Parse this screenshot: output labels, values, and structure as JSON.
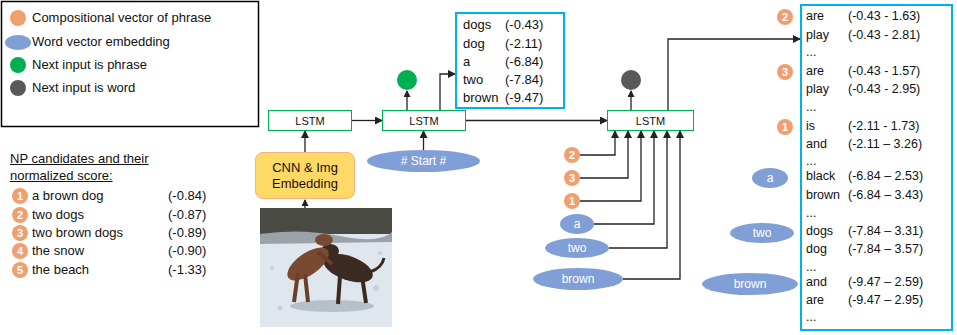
{
  "diagram": {
    "nodes": [
      {
        "text": [
          "CNN & Img Embedding"
        ]
      },
      {
        "text": [
          "LSTM"
        ]
      },
      {
        "text": [
          "LSTM"
        ]
      },
      {
        "text": [
          "# Start #"
        ]
      },
      {
        "text": [
          "dogs",
          "(-0.43)",
          "dog",
          "(-2.11)",
          "a",
          "(-6.84)",
          "two",
          "(-7.84)",
          "brown",
          "(-9.47)"
        ]
      },
      {
        "text": [
          "LSTM"
        ]
      },
      {
        "text": [
          "2"
        ]
      },
      {
        "text": [
          "3"
        ]
      },
      {
        "text": [
          "1"
        ]
      },
      {
        "text": [
          "a"
        ]
      },
      {
        "text": [
          "two"
        ]
      },
      {
        "text": [
          "brown"
        ]
      },
      {
        "text": [
          "are",
          "(-0.43 - 1.63)",
          "play",
          "(-0.43 - 2.81)",
          "...",
          "are",
          "(-0.43 - 1.57)",
          "play",
          "(-0.43 - 2.95)",
          "...",
          "is",
          "(-2.11 - 1.73)",
          "and",
          "(-2.11 – 3.26)",
          "...",
          "black",
          "(-6.84 – 2.53)",
          "brown",
          "(-6.84 – 3.43)",
          "...",
          "dogs",
          "(-7.84 – 3.31)",
          "dog",
          "(-7.84 – 3.57)",
          "...",
          "and",
          "(-9.47 – 2.59)",
          "are",
          "(-9.47 – 2.95)",
          "..."
        ]
      },
      {
        "text": [
          "2"
        ]
      },
      {
        "text": [
          "3"
        ]
      },
      {
        "text": [
          "1"
        ]
      },
      {
        "text": [
          "a"
        ]
      },
      {
        "text": [
          "two"
        ]
      },
      {
        "text": [
          "brown"
        ]
      },
      {
        "text": [
          "1"
        ]
      },
      {
        "text": [
          "2"
        ]
      },
      {
        "text": [
          "3"
        ]
      },
      {
        "text": [
          "4"
        ]
      },
      {
        "text": [
          "5"
        ]
      }
    ],
    "edges": [
      {
        "from": 0,
        "to": 1,
        "arrow": "to"
      },
      {
        "from": 1,
        "to": 2,
        "arrow": "to"
      },
      {
        "from": 3,
        "to": 2,
        "arrow": "to"
      },
      {
        "from": 2,
        "to": 4,
        "arrow": "to"
      },
      {
        "from": 2,
        "to": 5,
        "arrow": "to"
      },
      {
        "from": 6,
        "to": 5,
        "arrow": "to"
      },
      {
        "from": 7,
        "to": 5,
        "arrow": "to"
      },
      {
        "from": 8,
        "to": 5,
        "arrow": "to"
      },
      {
        "from": 9,
        "to": 5,
        "arrow": "to"
      },
      {
        "from": 10,
        "to": 5,
        "arrow": "to"
      },
      {
        "from": 11,
        "to": 5,
        "arrow": "to"
      },
      {
        "from": 5,
        "to": 12,
        "arrow": "to"
      }
    ],
    "labels": [
      "NP candidates and their normalized score:",
      "a brown dog",
      "(-0.84)",
      "two dogs",
      "(-0.87)",
      "two brown dogs",
      "(-0.89)",
      "the snow",
      "(-0.90)",
      "the beach",
      "(-1.33)"
    ],
    "legend": [
      {
        "text": "Compositional vector of phrase",
        "color": "#f0a070"
      },
      {
        "text": "Word vector embedding",
        "color": "#7f9fd6"
      },
      {
        "text": "Next input is phrase",
        "color": "#00b050"
      },
      {
        "text": "Next input is word",
        "color": "#595959"
      }
    ]
  }
}
